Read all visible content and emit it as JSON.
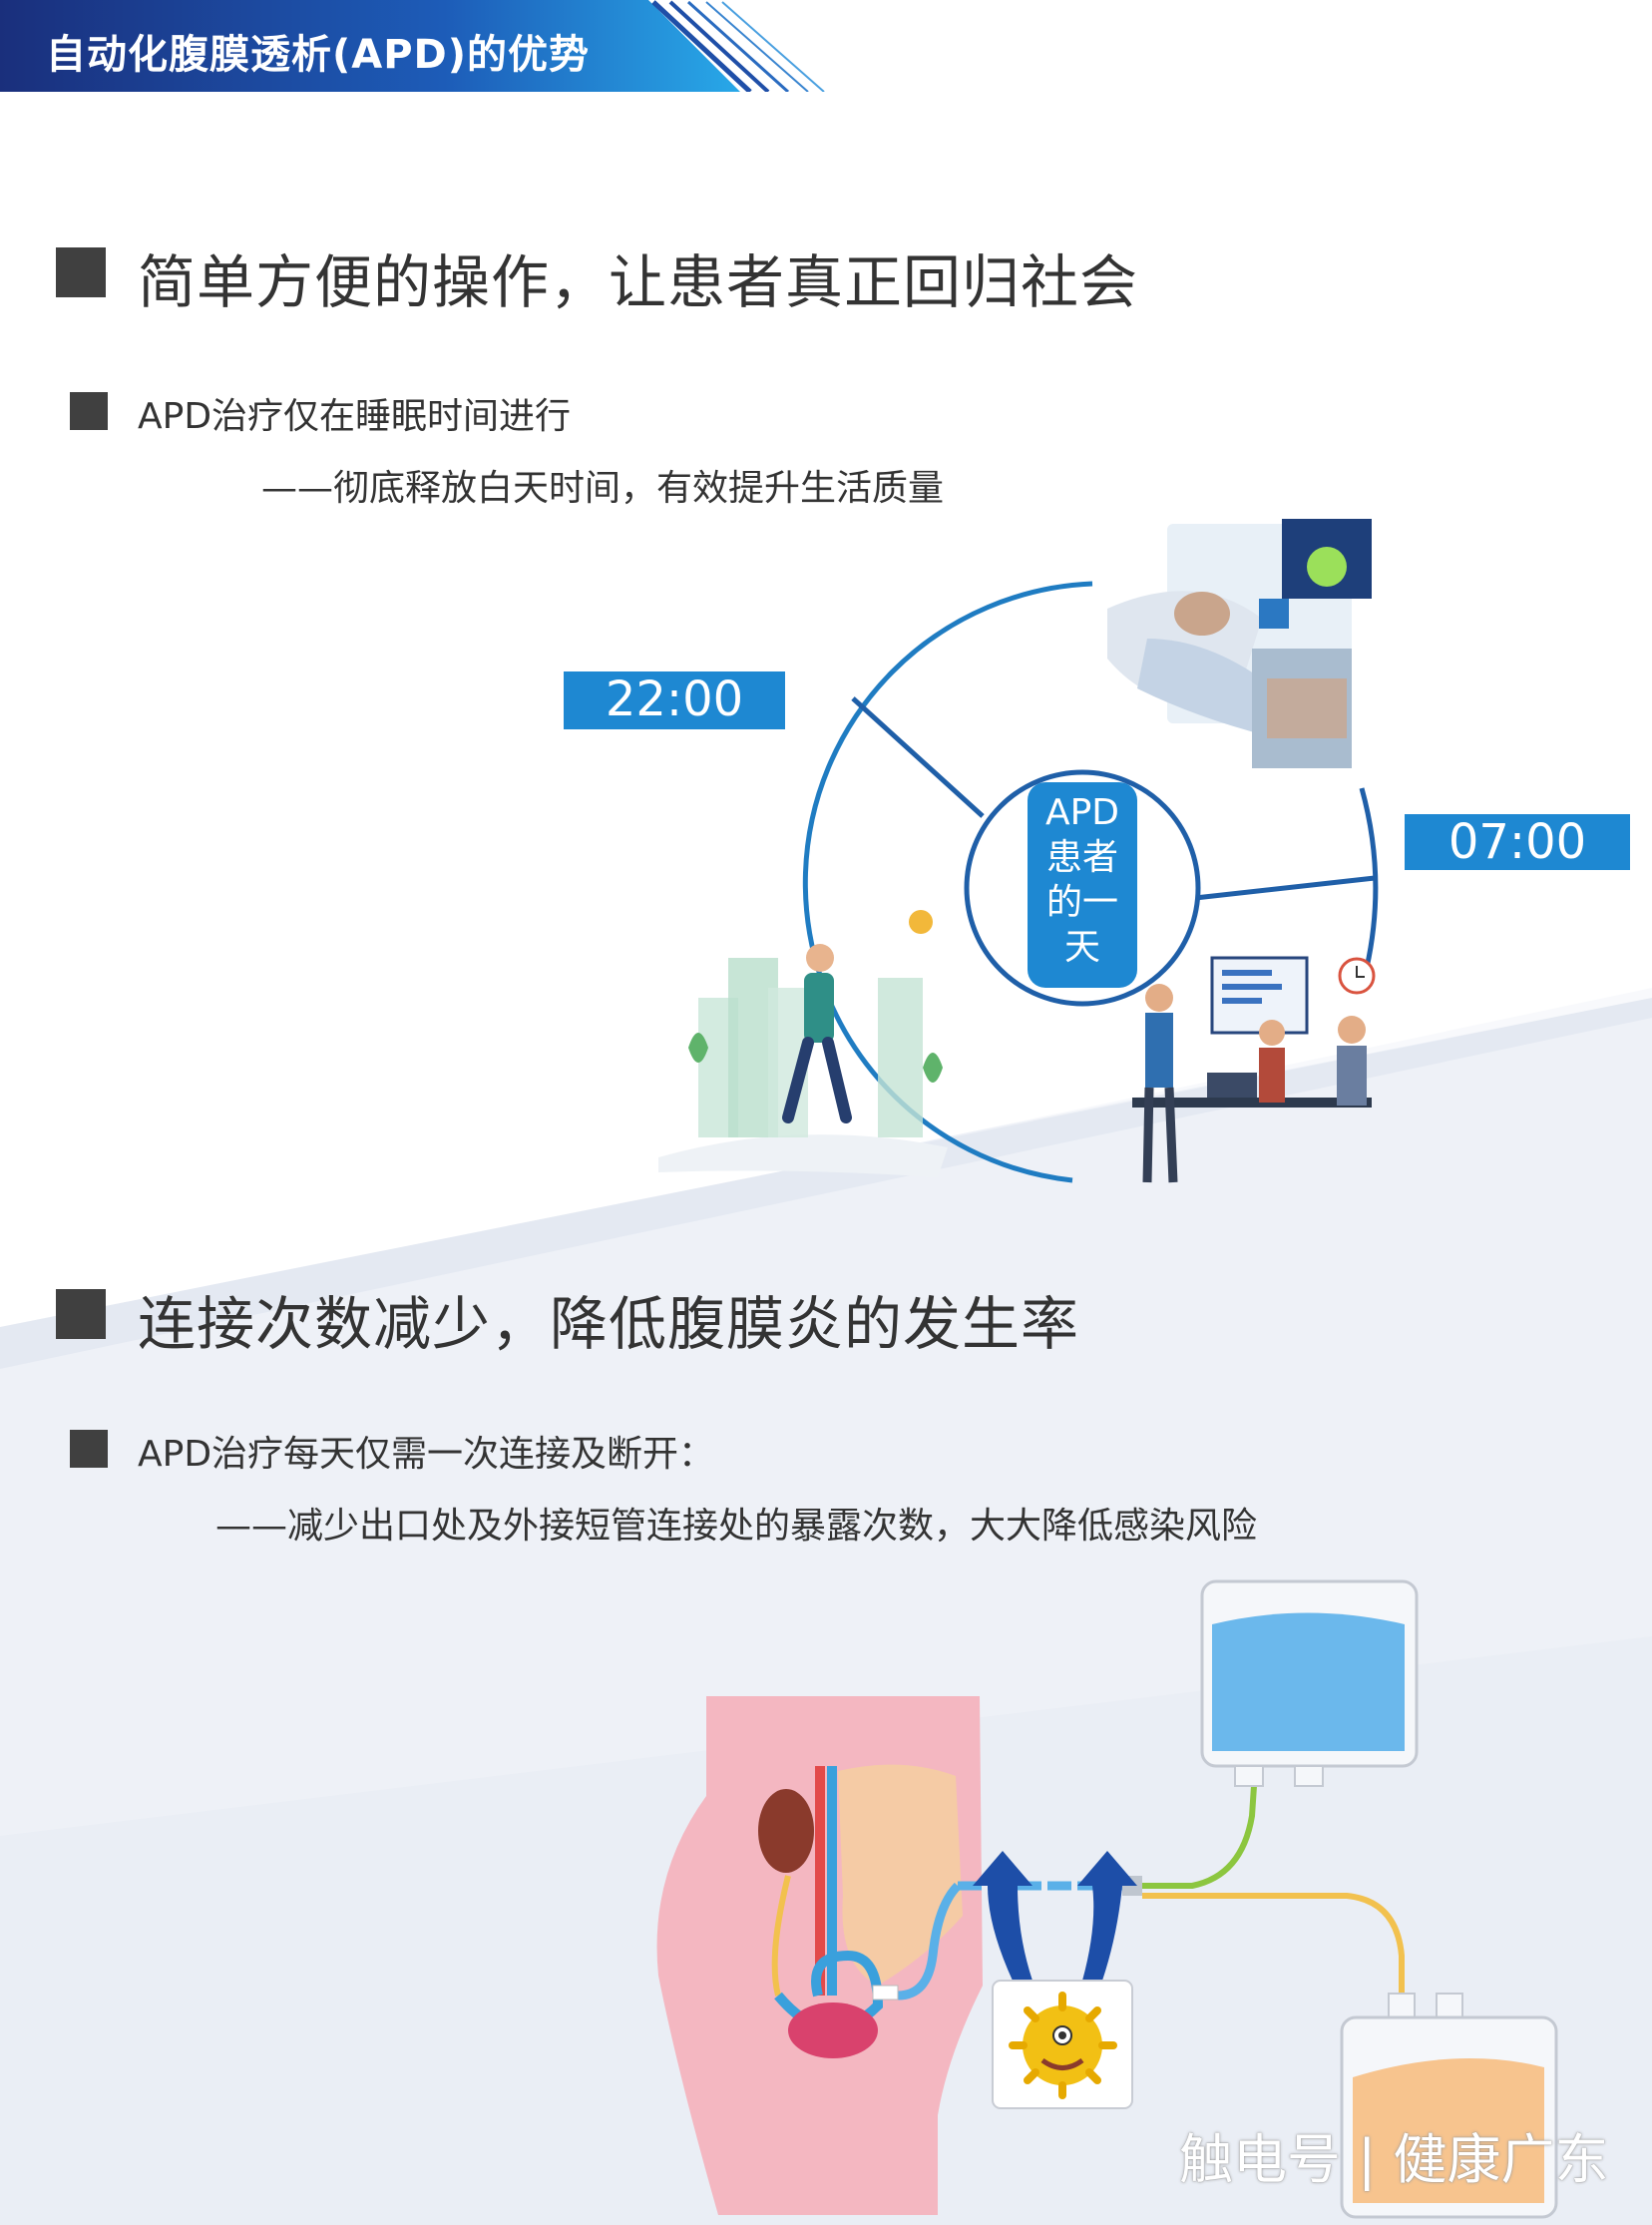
{
  "header": {
    "title": "自动化腹膜透析(APD)的优势"
  },
  "section1": {
    "heading": "简单方便的操作，让患者真正回归社会",
    "point": "APD治疗仅在睡眠时间进行",
    "detail": "——彻底释放白天时间，有效提升生活质量"
  },
  "cycle": {
    "center_lines": [
      "APD",
      "患者",
      "的一",
      "天"
    ],
    "time_start": "22:00",
    "time_end": "07:00"
  },
  "section2": {
    "heading": "连接次数减少，降低腹膜炎的发生率",
    "point": "APD治疗每天仅需一次连接及断开：",
    "detail": "——减少出口处及外接短管连接处的暴露次数，大大降低感染风险"
  },
  "colors": {
    "banner": "#1a3a8c",
    "accent": "#1e88d2",
    "circle": "#1f6fb0",
    "tube_green": "#8cc63f",
    "tube_yellow": "#f2c14e"
  },
  "watermark": "触电号 | 健康广东"
}
